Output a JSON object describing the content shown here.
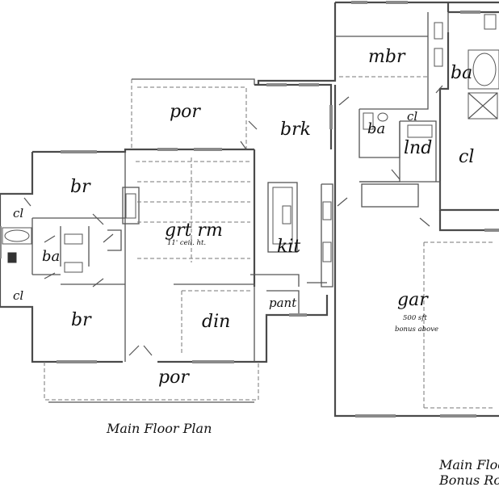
{
  "rooms": {
    "mbr": "mbr",
    "ba_master": "ba",
    "por_top": "por",
    "brk": "brk",
    "ba_small": "ba",
    "cl_small": "cl",
    "lnd": "lnd",
    "cl_master": "cl",
    "br_top": "br",
    "cl_left_top": "cl",
    "ba_left": "ba",
    "cl_left_bottom": "cl",
    "grt_rm": "grt rm",
    "grt_rm_note": "11' ceil. ht.",
    "kit": "kit",
    "gar": "gar",
    "gar_note1": "500 sft",
    "gar_note2": "bonus above",
    "pant": "pant",
    "br_bottom": "br",
    "din": "din",
    "por_bottom": "por"
  },
  "captions": {
    "main": "Main Floor Plan",
    "right1": "Main Floo",
    "right2": "Bonus Roo"
  },
  "colors": {
    "wall": "#4a4a4a",
    "window": "#8a8a8a",
    "text": "#111111"
  }
}
